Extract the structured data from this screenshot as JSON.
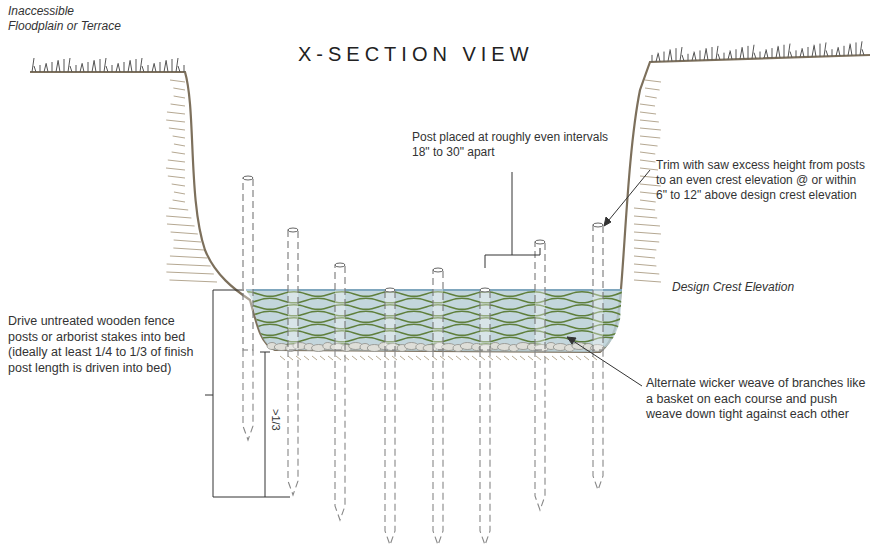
{
  "diagram": {
    "title": "X-SECTION VIEW",
    "labels": [
      "Inaccessible Floodplain or Terrace",
      "Post placed at roughly even intervals 18\" to 30\" apart",
      "Trim with saw excess height from posts to an even crest elevation @ or within 6\" to 12\" above design crest elevation",
      "Design Crest Elevation",
      "Drive untreated wooden fence posts or arborist stakes into bed (ideally at least 1/4 to 1/3 of finish post length is driven into bed)",
      ">1/3",
      "Alternate wicker weave of branches like a basket on each course and push weave down tight against each other"
    ]
  }
}
